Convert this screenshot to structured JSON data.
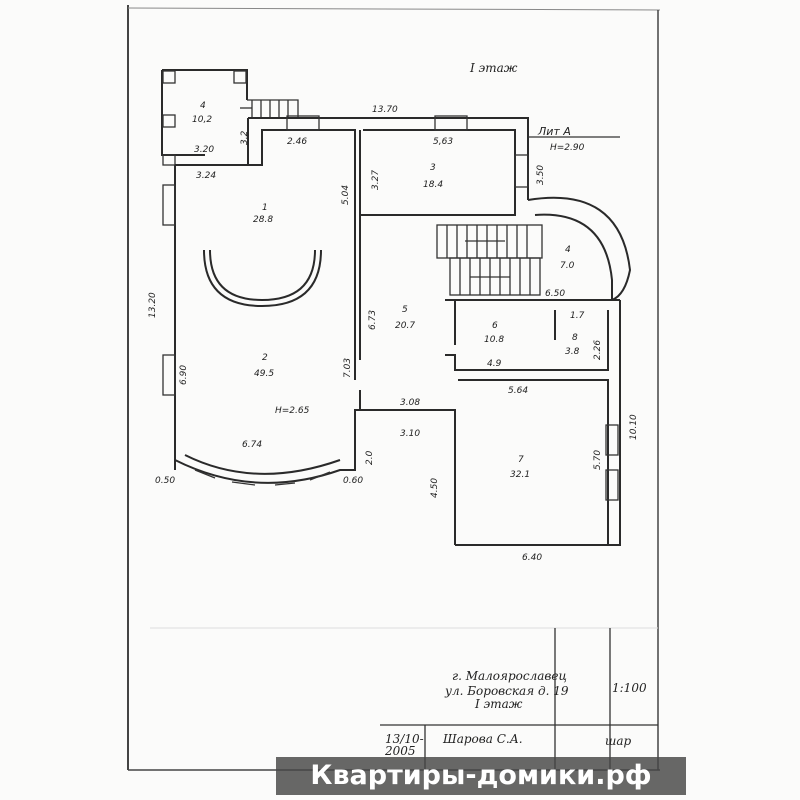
{
  "title": "I этаж",
  "lit": {
    "name": "Лит А",
    "height": "Н=2.90"
  },
  "rooms": {
    "r4a_num": "4",
    "r4a_area": "10,2",
    "r1_num": "1",
    "r1_area": "28.8",
    "r3_num": "3",
    "r3_area": "18.4",
    "r4b_num": "4",
    "r4b_area": "7.0",
    "r5_num": "5",
    "r5_area": "20.7",
    "r6_num": "6",
    "r6_area": "10.8",
    "r8_num": "8",
    "r8_area": "3.8",
    "r2_num": "2",
    "r2_area": "49.5",
    "r7_num": "7",
    "r7_area": "32.1"
  },
  "dims": {
    "d1370": "13.70",
    "d32": "3.2",
    "d246": "2.46",
    "d563": "5,63",
    "d320": "3.20",
    "d324": "3.24",
    "d504": "5.04",
    "d327": "3.27",
    "d350": "3.50",
    "d650": "6.50",
    "d1320": "13.20",
    "d673": "6.73",
    "d17": "1.7",
    "d226": "2.26",
    "d49": "4.9",
    "d564": "5.64",
    "d690": "6.90",
    "d703": "7.03",
    "h265": "Н=2.65",
    "d308": "3.08",
    "d310": "3.10",
    "d674": "6.74",
    "d050": "0.50",
    "d060": "0.60",
    "d20": "2.0",
    "d450": "4.50",
    "d570": "5.70",
    "d1010": "10.10",
    "d640": "6.40"
  },
  "stamp": {
    "address1": "г. Малоярославец",
    "address2": "ул. Боровская  д. 19",
    "floor": "I этаж",
    "scale": "1:100",
    "date1": "13/10-",
    "date2": "2005",
    "author": "Шарова С.А.",
    "signature": "шар"
  },
  "watermark": "Квартиры-домики.рф"
}
